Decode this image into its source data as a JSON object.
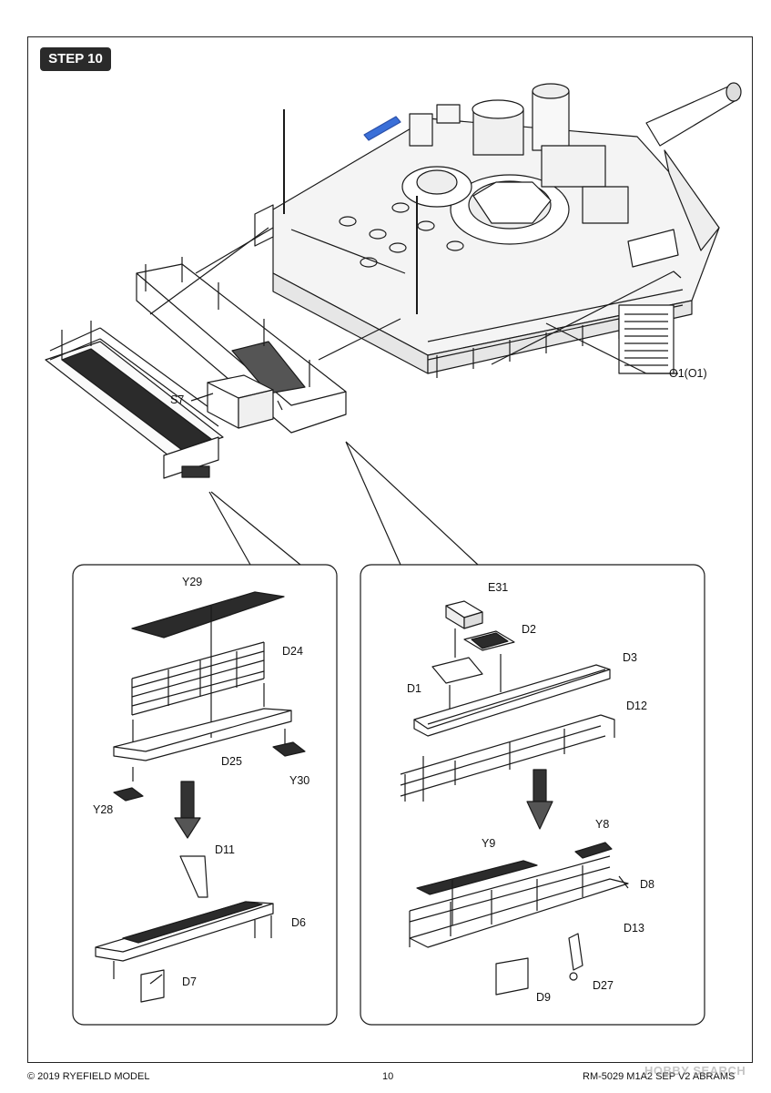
{
  "step": "STEP 10",
  "main_parts": {
    "o1": "O1(O1)",
    "s7": "S7"
  },
  "left_callout": {
    "y29": "Y29",
    "d24": "D24",
    "d25": "D25",
    "y30": "Y30",
    "y28": "Y28",
    "d11": "D11",
    "d6": "D6",
    "d7": "D7"
  },
  "right_callout": {
    "e31": "E31",
    "d2": "D2",
    "d3": "D3",
    "d1": "D1",
    "d12": "D12",
    "y8": "Y8",
    "y9": "Y9",
    "d8": "D8",
    "d13": "D13",
    "d27": "D27",
    "d9": "D9"
  },
  "footer": {
    "copyright": "© 2019 RYEFIELD MODEL",
    "page": "10",
    "model": "RM-5029 M1A2 SEP V2 ABRAMS"
  },
  "watermark": "HOBBY SEARCH",
  "colors": {
    "highlight": "#3a6fd8",
    "ink": "#1a1a1a"
  }
}
